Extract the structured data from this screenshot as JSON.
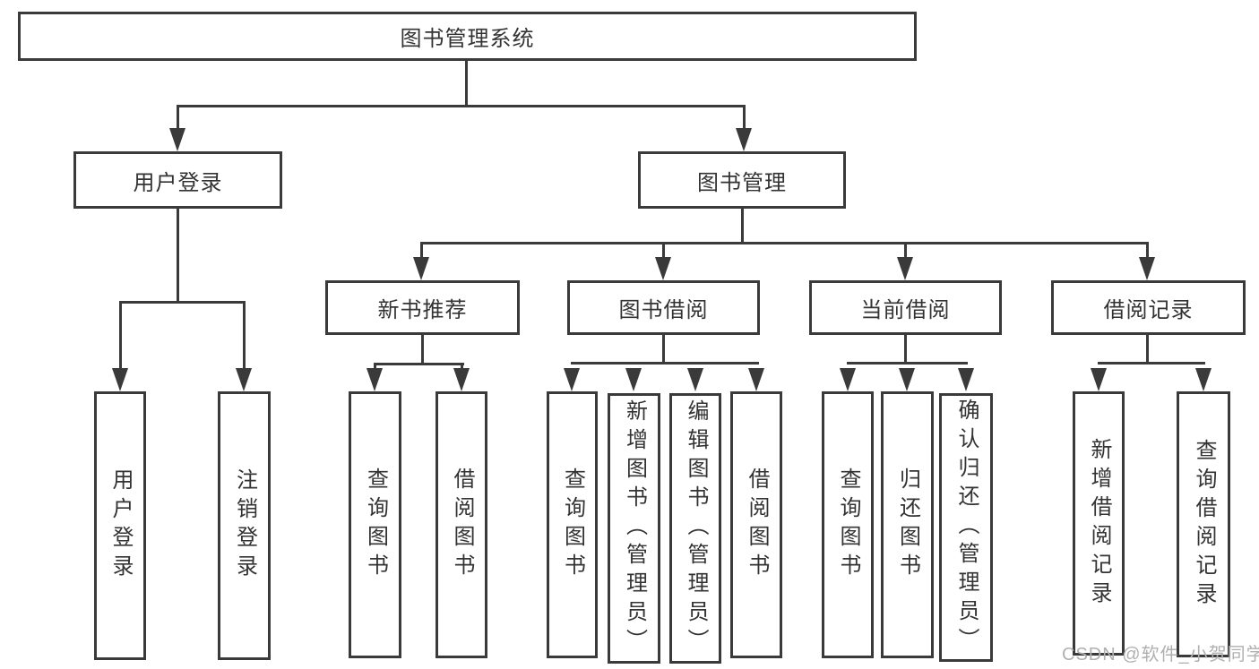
{
  "diagram": {
    "root": {
      "label": "图书管理系统"
    },
    "level2": [
      {
        "label": "用户登录"
      },
      {
        "label": "图书管理"
      }
    ],
    "level3": [
      {
        "label": "新书推荐"
      },
      {
        "label": "图书借阅"
      },
      {
        "label": "当前借阅"
      },
      {
        "label": "借阅记录"
      }
    ],
    "leaves": [
      {
        "label": "用户登录"
      },
      {
        "label": "注销登录"
      },
      {
        "label": "查询图书"
      },
      {
        "label": "借阅图书"
      },
      {
        "label": "查询图书"
      },
      {
        "label": "新增图书（管理员）"
      },
      {
        "label": "编辑图书（管理员）"
      },
      {
        "label": "借阅图书"
      },
      {
        "label": "查询图书"
      },
      {
        "label": "归还图书"
      },
      {
        "label": "确认归还（管理员）"
      },
      {
        "label": "新增借阅记录"
      },
      {
        "label": "查询借阅记录"
      }
    ],
    "hierarchy": {
      "图书管理系统": [
        "用户登录",
        "图书管理"
      ],
      "用户登录": [
        "用户登录",
        "注销登录"
      ],
      "图书管理": [
        "新书推荐",
        "图书借阅",
        "当前借阅",
        "借阅记录"
      ],
      "新书推荐": [
        "查询图书",
        "借阅图书"
      ],
      "图书借阅": [
        "查询图书",
        "新增图书（管理员）",
        "编辑图书（管理员）",
        "借阅图书"
      ],
      "当前借阅": [
        "查询图书",
        "归还图书",
        "确认归还（管理员）"
      ],
      "借阅记录": [
        "新增借阅记录",
        "查询借阅记录"
      ]
    }
  },
  "watermark": {
    "text": "CSDN @软件_小贺同学"
  },
  "colors": {
    "line": "#3a3a3a",
    "text": "#333333",
    "watermark": "#b0b0b0",
    "background": "#ffffff"
  }
}
